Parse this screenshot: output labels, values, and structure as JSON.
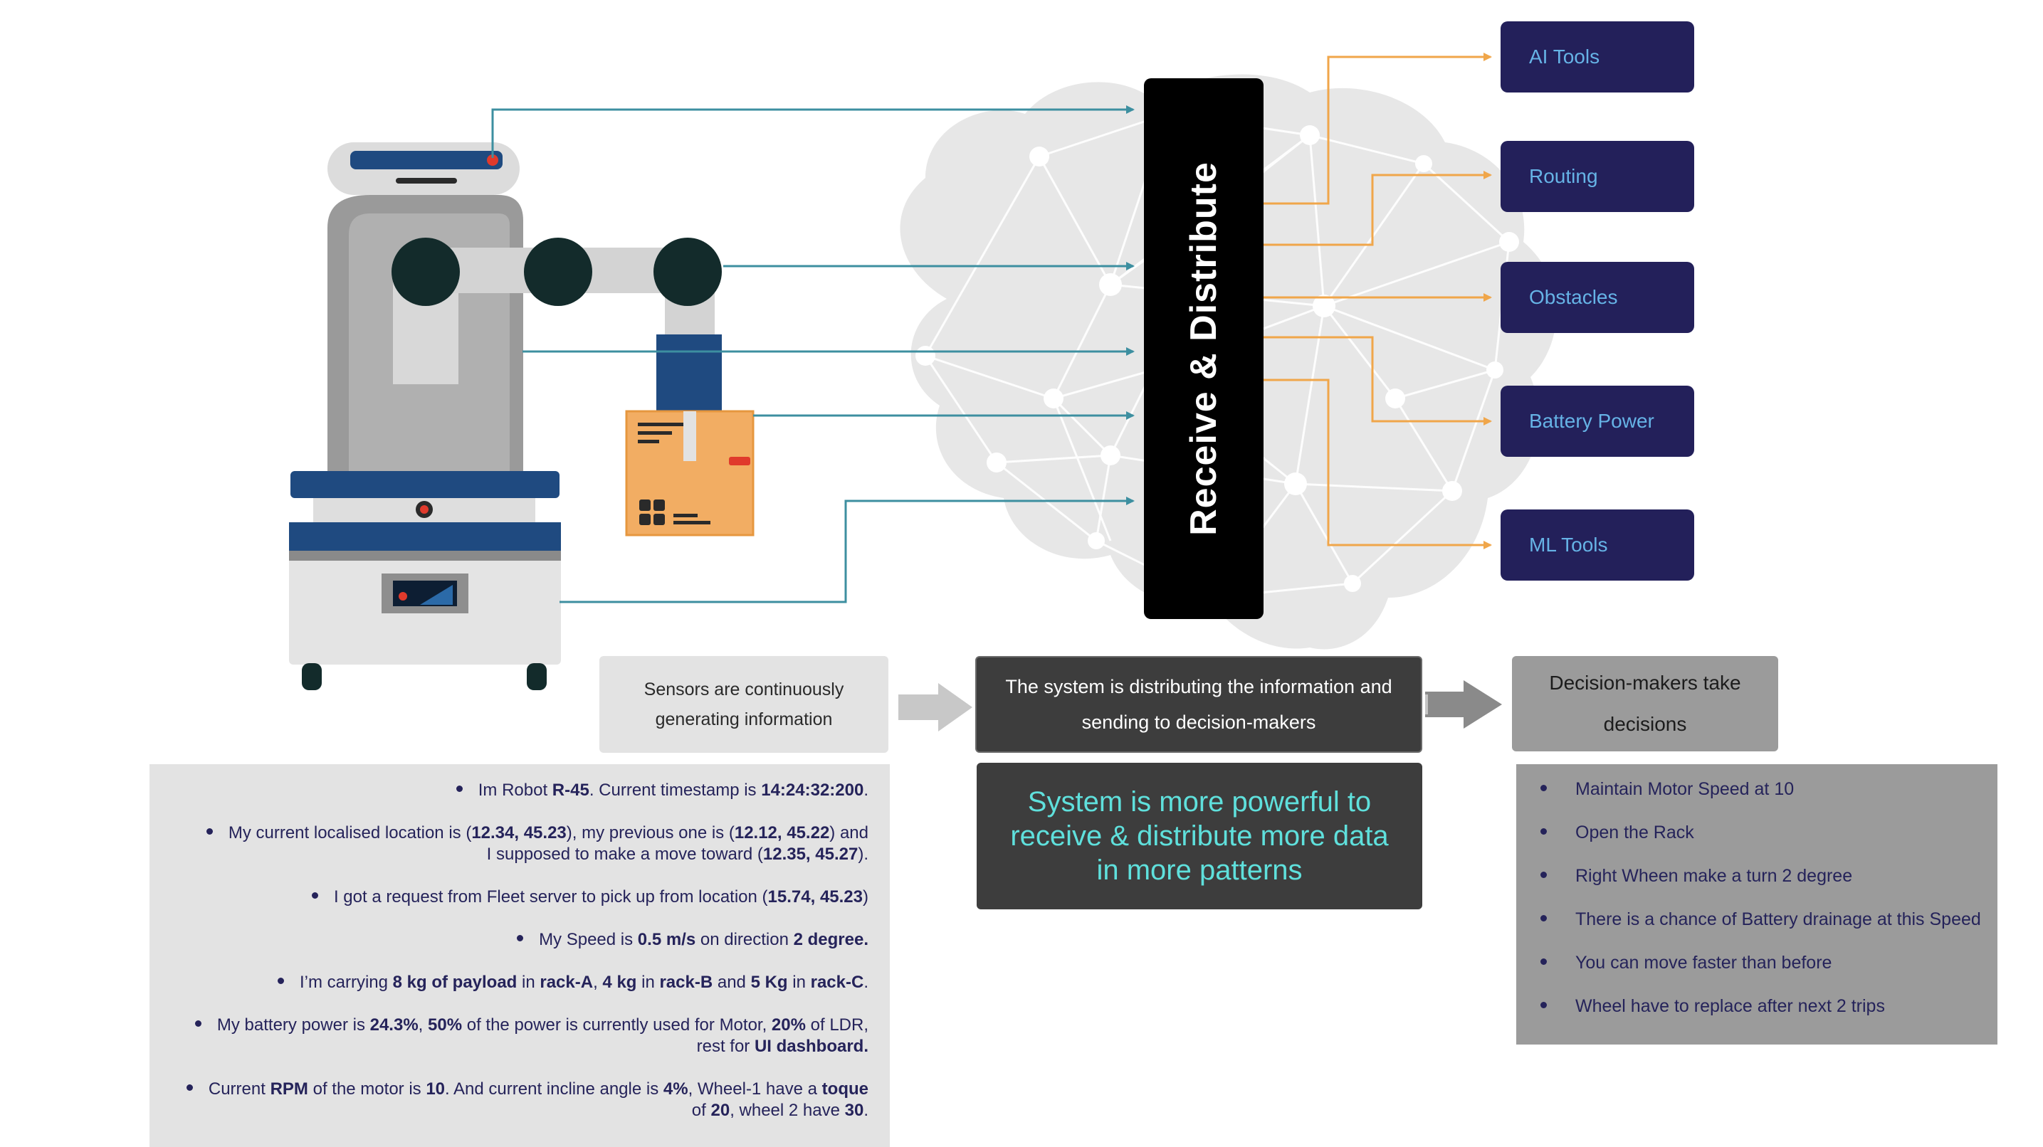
{
  "central": {
    "label": "Receive & Distribute"
  },
  "outputs": [
    {
      "label": "AI Tools"
    },
    {
      "label": "Routing"
    },
    {
      "label": "Obstacles"
    },
    {
      "label": "Battery Power"
    },
    {
      "label": "ML Tools"
    }
  ],
  "flow": {
    "step1": {
      "line1": "Sensors are continuously",
      "line2": "generating information"
    },
    "step2": {
      "line1": "The system is distributing  the information and",
      "line2": "sending to decision-makers"
    },
    "step3": {
      "line1": "Decision-makers take",
      "line2": "decisions"
    }
  },
  "highlight": {
    "line1": "System is more powerful to",
    "line2": "receive & distribute more data",
    "line3": "in more patterns"
  },
  "sensor_messages": [
    {
      "parts": [
        {
          "t": "Im Robot "
        },
        {
          "b": "R-45"
        },
        {
          "t": ". Current timestamp is "
        },
        {
          "b": "14:24:32:200"
        },
        {
          "t": "."
        }
      ]
    },
    {
      "parts": [
        {
          "t": "My current localised location is ("
        },
        {
          "b": "12.34, 45.23"
        },
        {
          "t": "), my previous one  is ("
        },
        {
          "b": "12.12, 45.22"
        },
        {
          "t": ") and"
        },
        {
          "br": true
        },
        {
          "t": "I supposed to make a move toward ("
        },
        {
          "b": "12.35, 45.27"
        },
        {
          "t": ")."
        }
      ]
    },
    {
      "parts": [
        {
          "t": "I got a request from Fleet server to pick up from location ("
        },
        {
          "b": "15.74, 45.23"
        },
        {
          "t": ")"
        }
      ]
    },
    {
      "parts": [
        {
          "t": "My Speed is "
        },
        {
          "b": "0.5 m/s"
        },
        {
          "t": " on direction "
        },
        {
          "b": "2 degree."
        }
      ]
    },
    {
      "parts": [
        {
          "t": "I’m carrying "
        },
        {
          "b": "8 kg of payload"
        },
        {
          "t": " in "
        },
        {
          "b": "rack-A"
        },
        {
          "t": ", "
        },
        {
          "b": "4 kg"
        },
        {
          "t": " in "
        },
        {
          "b": "rack-B"
        },
        {
          "t": " and "
        },
        {
          "b": "5 Kg"
        },
        {
          "t": " in "
        },
        {
          "b": "rack-C"
        },
        {
          "t": "."
        }
      ]
    },
    {
      "parts": [
        {
          "t": "My battery power is "
        },
        {
          "b": "24.3%"
        },
        {
          "t": ", "
        },
        {
          "b": "50%"
        },
        {
          "t": " of the power is currently used for Motor, "
        },
        {
          "b": "20%"
        },
        {
          "t": " of LDR,"
        },
        {
          "br": true
        },
        {
          "t": "rest for "
        },
        {
          "b": "UI dashboard."
        }
      ]
    },
    {
      "parts": [
        {
          "t": "Current "
        },
        {
          "b": "RPM"
        },
        {
          "t": " of the motor is "
        },
        {
          "b": "10"
        },
        {
          "t": ". And current incline angle is "
        },
        {
          "b": "4%"
        },
        {
          "t": ", Wheel-1 have a "
        },
        {
          "b": "toque"
        },
        {
          "br": true
        },
        {
          "t": "of "
        },
        {
          "b": "20"
        },
        {
          "t": ", wheel 2 have "
        },
        {
          "b": "30"
        },
        {
          "t": "."
        }
      ]
    }
  ],
  "decisions": [
    "Maintain Motor Speed at 10",
    "Open the Rack",
    "Right Wheen make a turn 2 degree",
    "There is a chance of Battery drainage at this Speed",
    "You can move faster than before",
    "Wheel have to replace after next 2 trips"
  ],
  "colors": {
    "input_arrow": "#3d8fa0",
    "output_arrow": "#f0a64a",
    "tool_bg": "#23205a",
    "tool_text": "#66b3e6",
    "highlight_text": "#5fe0dc",
    "robot_blue": "#1f4a80"
  }
}
